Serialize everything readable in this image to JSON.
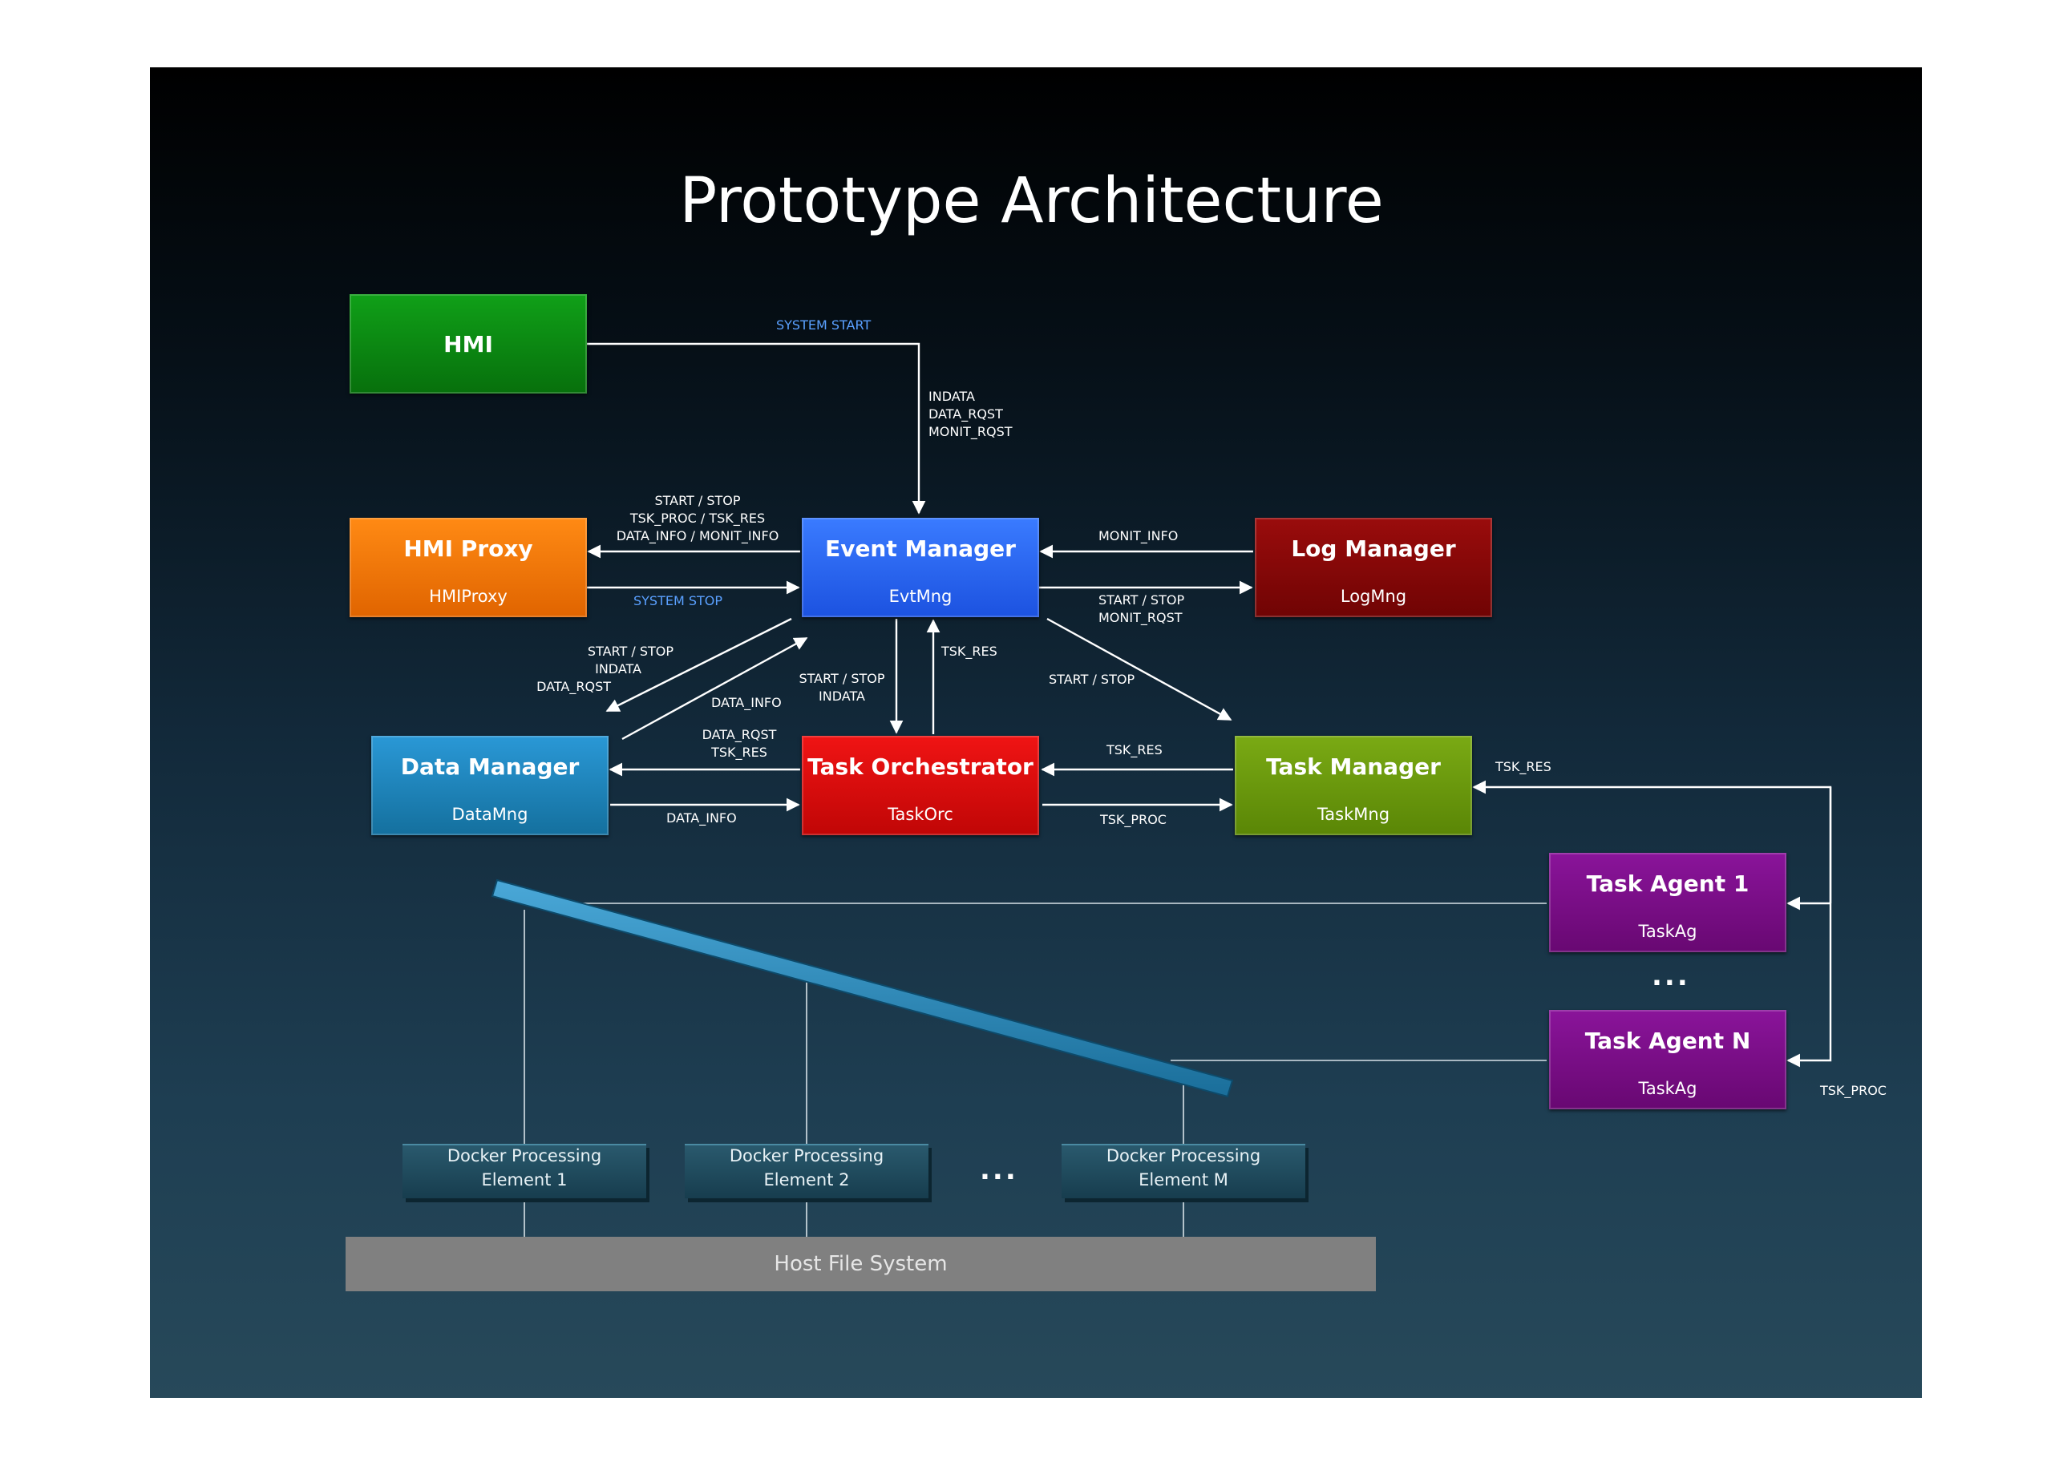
{
  "title": "Prototype Architecture",
  "colors": {
    "hmi": "#0a8a10",
    "hmi_proxy": "#ff7a00",
    "event_manager": "#2a6bff",
    "log_manager": "#8a0808",
    "data_manager": "#1f88c8",
    "task_orchestrator": "#e00a0a",
    "task_manager": "#6a9a0a",
    "task_agent": "#7a0a8a",
    "blue_label": "#5aa0ff"
  },
  "components": {
    "hmi": {
      "name": "HMI"
    },
    "hmi_proxy": {
      "name": "HMI Proxy",
      "abbr": "HMIProxy"
    },
    "event_manager": {
      "name": "Event Manager",
      "abbr": "EvtMng"
    },
    "log_manager": {
      "name": "Log Manager",
      "abbr": "LogMng"
    },
    "data_manager": {
      "name": "Data Manager",
      "abbr": "DataMng"
    },
    "task_orchestrator": {
      "name": "Task Orchestrator",
      "abbr": "TaskOrc"
    },
    "task_manager": {
      "name": "Task Manager",
      "abbr": "TaskMng"
    },
    "task_agent_1": {
      "name": "Task Agent 1",
      "abbr": "TaskAg"
    },
    "task_agent_n": {
      "name": "Task Agent N",
      "abbr": "TaskAg"
    }
  },
  "docker": {
    "el1": {
      "line1": "Docker Processing",
      "line2": "Element 1"
    },
    "el2": {
      "line1": "Docker Processing",
      "line2": "Element 2"
    },
    "elm": {
      "line1": "Docker Processing",
      "line2": "Element M"
    },
    "ellipsis": "..."
  },
  "agents_ellipsis": "...",
  "host_fs": "Host File System",
  "labels": {
    "system_start": "SYSTEM START",
    "indata_group": [
      "INDATA",
      "DATA_RQST",
      "MONIT_RQST"
    ],
    "to_proxy": [
      "START / STOP",
      "TSK_PROC / TSK_RES",
      "DATA_INFO / MONIT_INFO"
    ],
    "system_stop": "SYSTEM STOP",
    "monit_info": "MONIT_INFO",
    "to_log": [
      "START / STOP",
      "MONIT_RQST"
    ],
    "to_data": [
      "START / STOP",
      "INDATA",
      "DATA_RQST"
    ],
    "data_info_up": "DATA_INFO",
    "to_orc": [
      "START / STOP",
      "INDATA"
    ],
    "tsk_res_up": "TSK_RES",
    "start_stop_tm": "START / STOP",
    "orc_to_data": [
      "DATA_RQST",
      "TSK_RES"
    ],
    "data_info_orc": "DATA_INFO",
    "tsk_res_tm": "TSK_RES",
    "tsk_proc_tm": "TSK_PROC",
    "tsk_res_agents": "TSK_RES",
    "tsk_proc_agents": "TSK_PROC"
  }
}
